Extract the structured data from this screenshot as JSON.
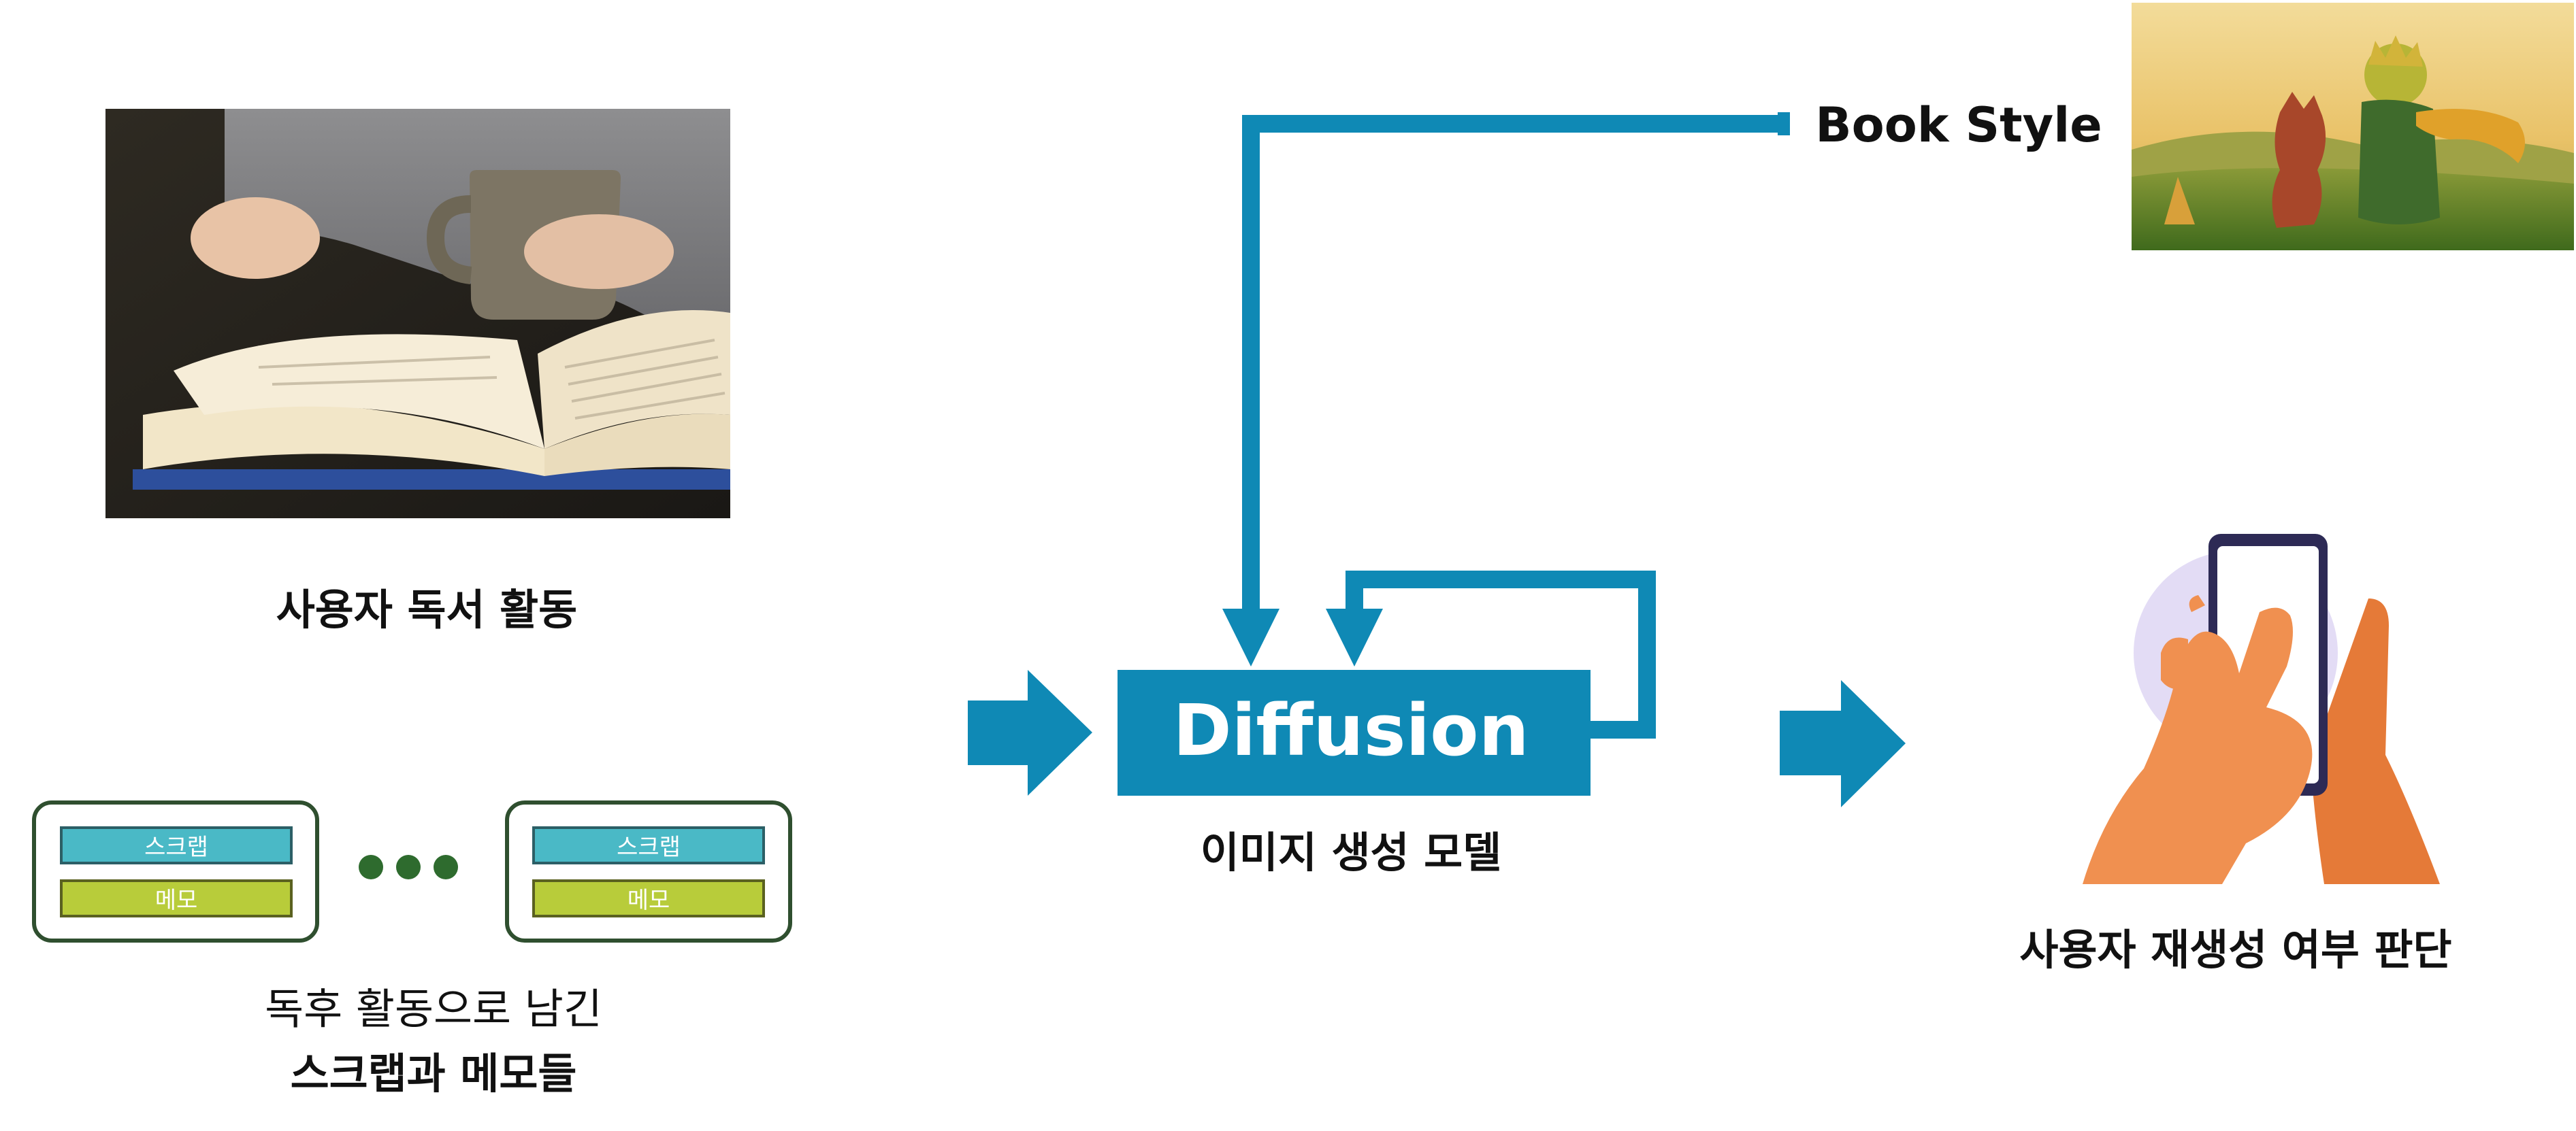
{
  "colors": {
    "flow": "#0f89b5",
    "panel_border": "#2f4f2f",
    "scrap_bar": "#4ab9c6",
    "memo_bar": "#b8cc3a",
    "dots": "#2e6b2e",
    "text": "#111111",
    "phone_circle": "#e3dcf5",
    "hand": "#f09050"
  },
  "reading": {
    "image_icon": "reading-book-photo",
    "caption": "사용자 독서 활동"
  },
  "book_style": {
    "label": "Book Style",
    "image_icon": "little-prince-illustration"
  },
  "notes": {
    "scrap_label": "스크랩",
    "memo_label": "메모",
    "caption_line1": "독후 활동으로 남긴",
    "caption_line2": "스크랩과 메모들"
  },
  "model": {
    "title": "Diffusion",
    "caption": "이미지 생성 모델"
  },
  "user_decision": {
    "image_icon": "hands-holding-phone",
    "caption": "사용자 재생성 여부 판단"
  }
}
